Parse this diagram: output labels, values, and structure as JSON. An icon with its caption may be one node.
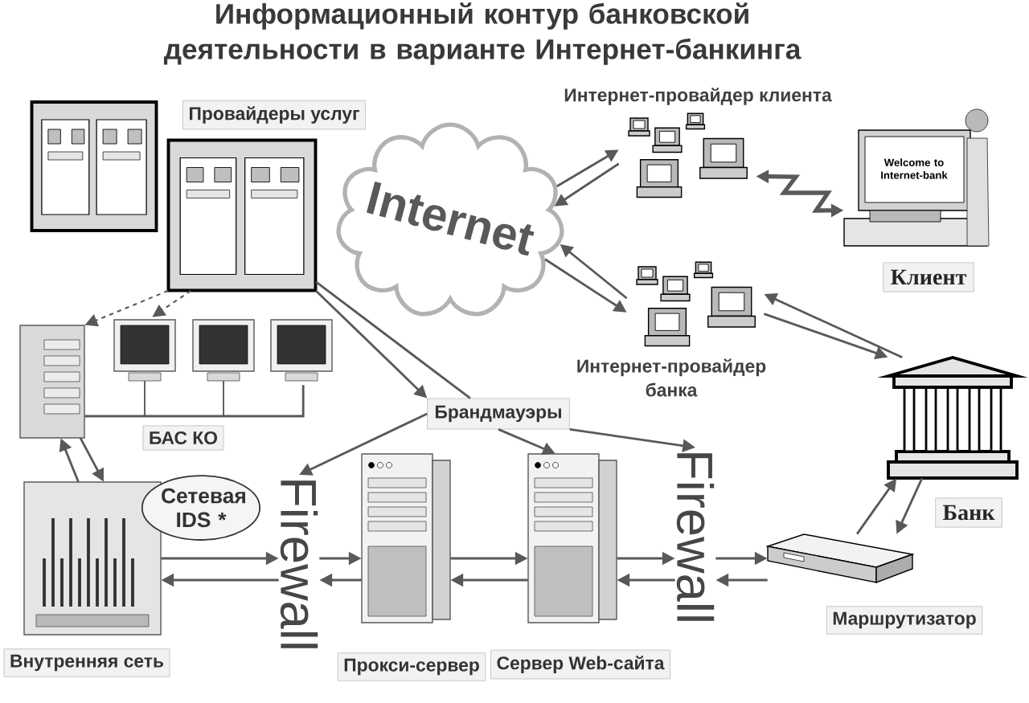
{
  "diagram": {
    "title": "Информационный контур банковской деятельности в варианте Интернет-банкинга",
    "nodes": [
      {
        "text": [],
        "shape": "picture"
      },
      {
        "text": [
          "Провайдеры услуг"
        ]
      },
      {
        "text": [
          "Internet"
        ]
      },
      {
        "text": [
          "Интернет-провайдер клиента"
        ]
      },
      {
        "text": [
          "Welcome to Internet-bank",
          "Клиент"
        ]
      },
      {
        "text": [
          "Интернет-провайдер банка"
        ]
      },
      {
        "text": [
          "Банк"
        ]
      },
      {
        "text": [
          "Маршрутизатор"
        ]
      },
      {
        "text": [
          "Сервер Web-сайта"
        ]
      },
      {
        "text": [
          "Прокси-сервер"
        ]
      },
      {
        "text": [
          "Внутренняя сеть"
        ]
      },
      {
        "text": [],
        "shape": "picture"
      },
      {
        "text": [
          "БАС КО"
        ]
      },
      {
        "text": [
          "Брандмауэры"
        ]
      },
      {
        "text": [
          "Firewall"
        ]
      },
      {
        "text": [
          "Firewall"
        ]
      },
      {
        "text": [
          "Сетевая IDS *"
        ]
      }
    ],
    "edges": [
      {
        "from": 1,
        "to": 11,
        "arrow": "to",
        "style": "dashed"
      },
      {
        "from": 1,
        "to": 12,
        "arrow": "to",
        "style": "dashed"
      },
      {
        "from": 1,
        "to": 13,
        "arrow": "to"
      },
      {
        "from": 1,
        "to": 13,
        "arrow": "none"
      },
      {
        "from": 13,
        "to": 14,
        "arrow": "to"
      },
      {
        "from": 13,
        "to": 8,
        "arrow": "to"
      },
      {
        "from": 13,
        "to": 15,
        "arrow": "to"
      },
      {
        "from": 2,
        "to": 3,
        "arrow": "to"
      },
      {
        "from": 3,
        "to": 2,
        "arrow": "to"
      },
      {
        "from": 3,
        "to": 4,
        "arrow": "both",
        "style": "thick"
      },
      {
        "from": 5,
        "to": 2,
        "arrow": "to"
      },
      {
        "from": 2,
        "to": 5,
        "arrow": "to"
      },
      {
        "from": 6,
        "to": 5,
        "arrow": "to"
      },
      {
        "from": 5,
        "to": 6,
        "arrow": "to"
      },
      {
        "from": 7,
        "to": 6,
        "arrow": "to"
      },
      {
        "from": 6,
        "to": 7,
        "arrow": "to"
      },
      {
        "from": 10,
        "to": 11,
        "arrow": "to"
      },
      {
        "from": 11,
        "to": 10,
        "arrow": "to"
      },
      {
        "from": 11,
        "to": 12,
        "arrow": "none"
      },
      {
        "from": 10,
        "to": 14,
        "arrow": "to"
      },
      {
        "from": 14,
        "to": 9,
        "arrow": "to"
      },
      {
        "from": 9,
        "to": 8,
        "arrow": "to"
      },
      {
        "from": 8,
        "to": 15,
        "arrow": "to"
      },
      {
        "from": 15,
        "to": 7,
        "arrow": "to"
      },
      {
        "from": 7,
        "to": 15,
        "arrow": "to"
      },
      {
        "from": 15,
        "to": 8,
        "arrow": "to"
      },
      {
        "from": 8,
        "to": 9,
        "arrow": "to"
      },
      {
        "from": 9,
        "to": 14,
        "arrow": "to"
      },
      {
        "from": 14,
        "to": 10,
        "arrow": "to"
      }
    ]
  }
}
